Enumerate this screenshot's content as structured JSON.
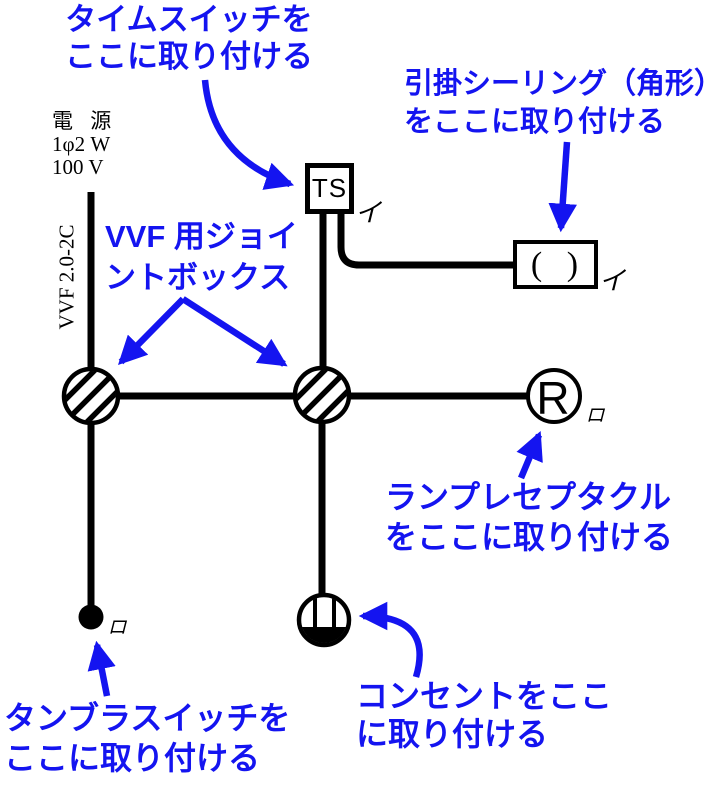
{
  "diagram": {
    "title_context": "wiring-practice-diagram",
    "colors": {
      "annotation_blue": "#1414f0",
      "wire_black": "#000000"
    },
    "power_source": {
      "line1": "電 源",
      "line2": "1φ2 W",
      "line3": "100 V"
    },
    "cable_label": "VVF 2.0-2C",
    "annotations": {
      "timeswitch": {
        "line1": "タイムスイッチを",
        "line2": "ここに取り付ける"
      },
      "ceiling": {
        "line1": "引掛シーリング（角形）",
        "line2": "をここに取り付ける"
      },
      "jointbox": {
        "line1": "VVF 用ジョイ",
        "line2": "ントボックス"
      },
      "lamp": {
        "line1": "ランプレセプタクル",
        "line2": "をここに取り付ける"
      },
      "outlet": {
        "line1": "コンセントをここ",
        "line2": "に取り付ける"
      },
      "switch": {
        "line1": "タンブラスイッチを",
        "line2": "ここに取り付ける"
      }
    },
    "components": {
      "timeswitch_label": "TS",
      "ceiling_symbol": "( )",
      "lamp_label": "R",
      "circuit_i_timeswitch": "イ",
      "circuit_i_ceiling": "イ",
      "circuit_ro_lamp": "ロ",
      "circuit_ro_switch": "ロ"
    }
  }
}
